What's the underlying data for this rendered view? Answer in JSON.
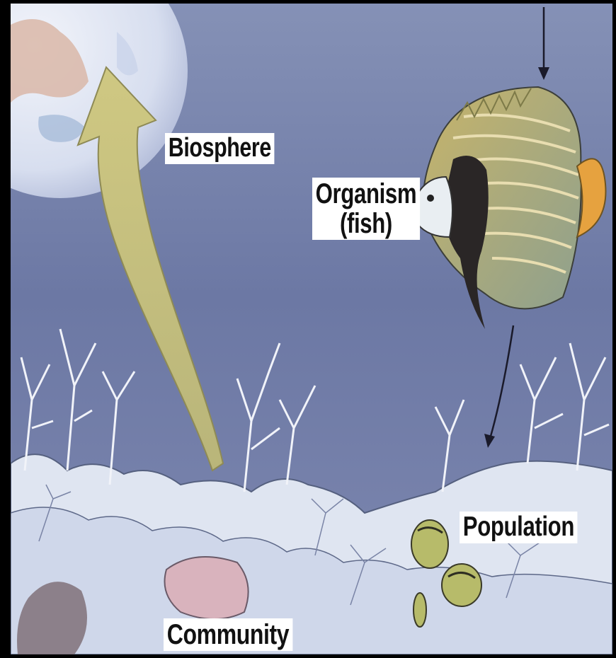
{
  "labels": {
    "biosphere": "Biosphere",
    "organism_line1": "Organism",
    "organism_line2": "(fish)",
    "population": "Population",
    "community": "Community"
  },
  "colors": {
    "water": "#6c78a4",
    "arrow": "#c9c47a",
    "coral": "#e6ebf5",
    "frame": "#000000"
  }
}
